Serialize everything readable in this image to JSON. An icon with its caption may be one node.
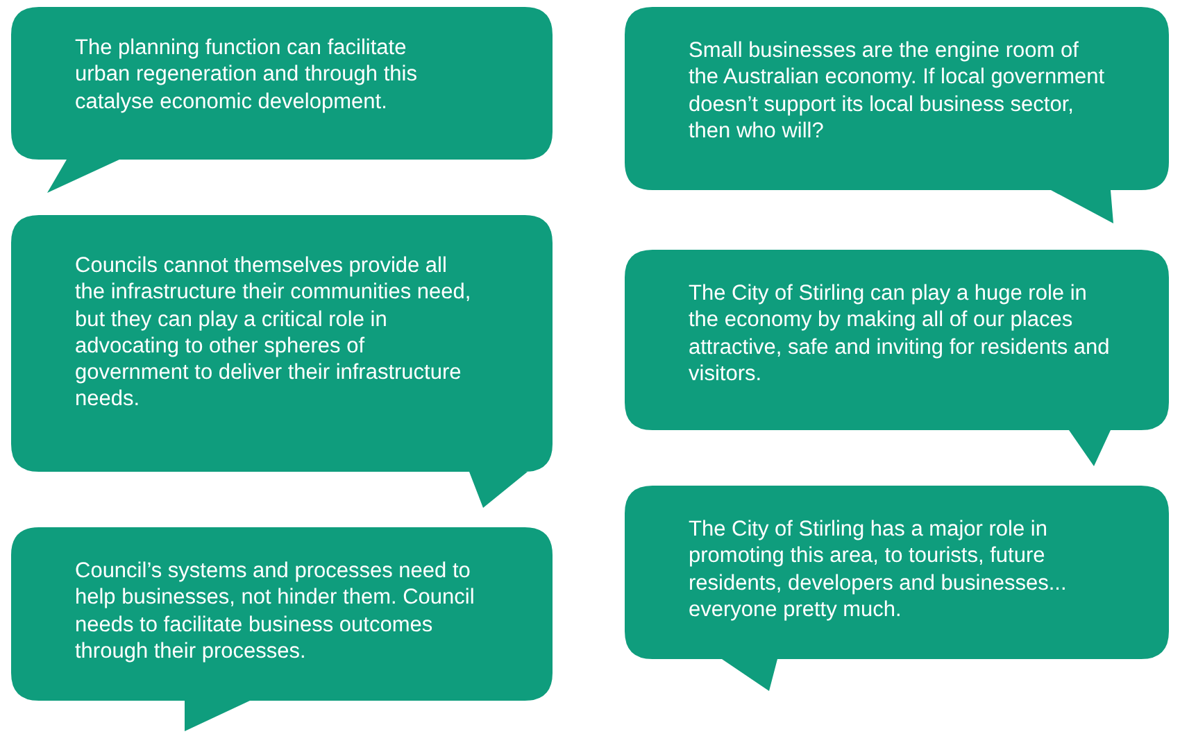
{
  "diagram": {
    "nodes": [
      {
        "text": [
          "The planning function can facilitate urban regeneration and through this catalyse economic development."
        ]
      },
      {
        "text": [
          "Councils cannot themselves provide all the infrastructure their communities need, but they can play a critical role in advocating to other spheres of government to deliver their infrastructure needs."
        ]
      },
      {
        "text": [
          "Council’s systems and processes need to help businesses, not hinder them. Council needs to facilitate business outcomes through their processes."
        ]
      },
      {
        "text": [
          "Small businesses are the engine room of the Australian economy. If local government doesn’t support its local business sector, then who will?"
        ]
      },
      {
        "text": [
          "The City of Stirling can play a huge role in the economy by making all of our places attractive, safe and inviting for residents and visitors."
        ]
      },
      {
        "text": [
          "The City of Stirling has a major role in promoting this area, to tourists, future residents, developers and businesses... everyone pretty much."
        ]
      }
    ]
  }
}
